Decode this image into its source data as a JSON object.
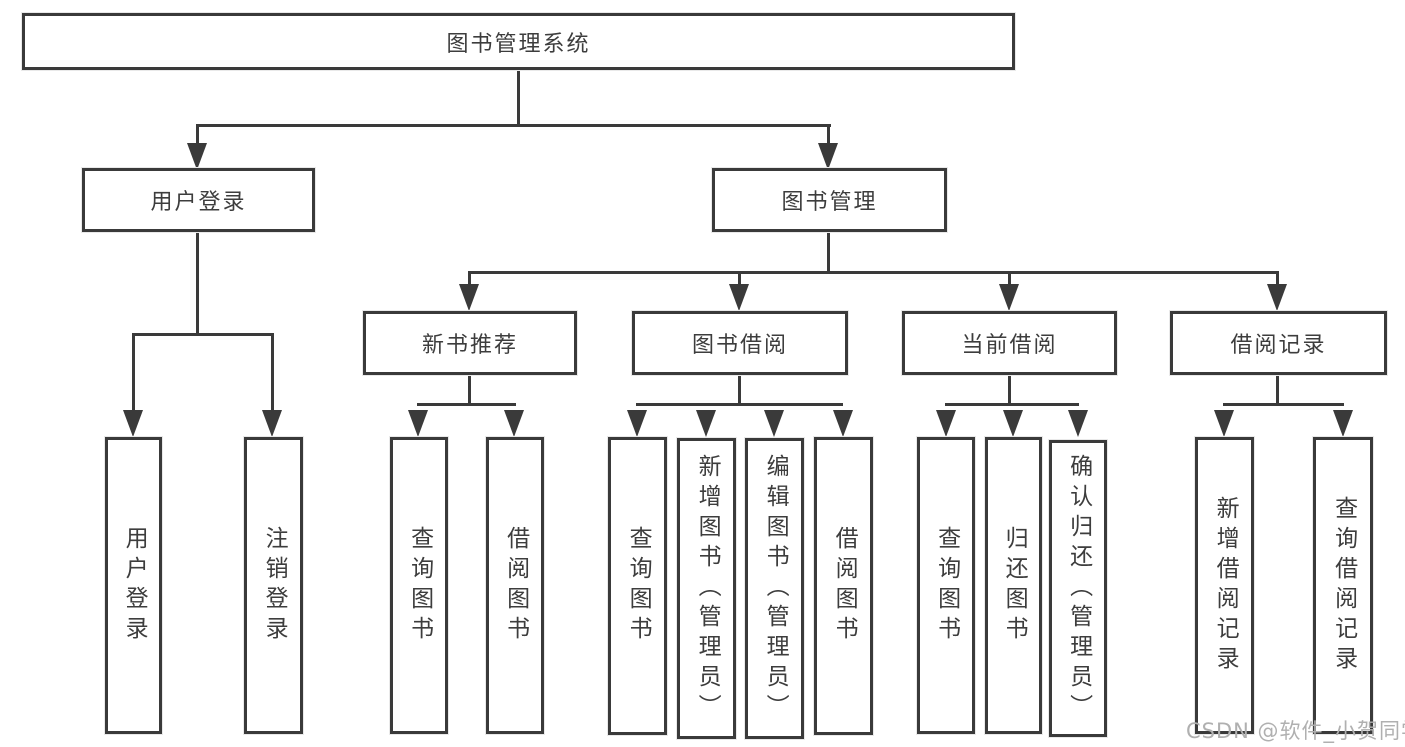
{
  "diagram": {
    "title": "图书管理系统",
    "tree": {
      "label": "图书管理系统",
      "children": [
        {
          "label": "用户登录",
          "children": [
            {
              "label": "用户登录"
            },
            {
              "label": "注销登录"
            }
          ]
        },
        {
          "label": "图书管理",
          "children": [
            {
              "label": "新书推荐",
              "children": [
                {
                  "label": "查询图书"
                },
                {
                  "label": "借阅图书"
                }
              ]
            },
            {
              "label": "图书借阅",
              "children": [
                {
                  "label": "查询图书"
                },
                {
                  "label": "新增图书（管理员）"
                },
                {
                  "label": "编辑图书（管理员）"
                },
                {
                  "label": "借阅图书"
                }
              ]
            },
            {
              "label": "当前借阅",
              "children": [
                {
                  "label": "查询图书"
                },
                {
                  "label": "归还图书"
                },
                {
                  "label": "确认归还（管理员）"
                }
              ]
            },
            {
              "label": "借阅记录",
              "children": [
                {
                  "label": "新增借阅记录"
                },
                {
                  "label": "查询借阅记录"
                }
              ]
            }
          ]
        }
      ]
    },
    "watermark": "CSDN @软件_小贺同学",
    "colors": {
      "line": "#3a3a3a",
      "box_border": "#3a3a3a",
      "text": "#3d3d3d",
      "watermark_text": "#b0b0b0",
      "background": "#ffffff"
    }
  }
}
